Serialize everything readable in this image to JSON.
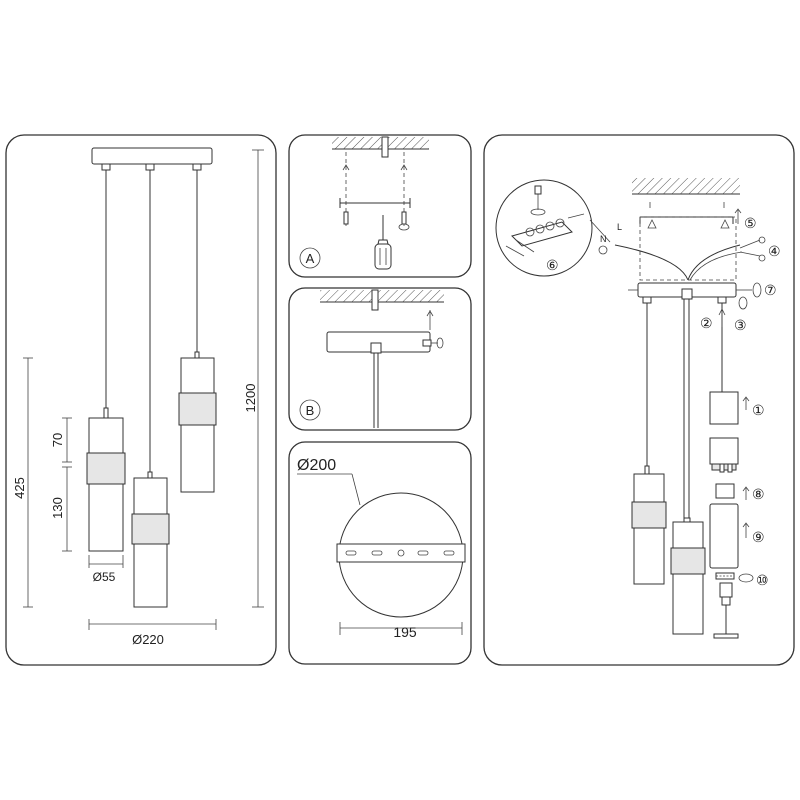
{
  "diagram": {
    "dimensions": {
      "height_total": "1200",
      "height_lamp": "425",
      "shade_top": "70",
      "shade_bottom": "130",
      "shade_diameter": "Ø55",
      "canopy_length": "Ø220",
      "canopy_diameter": "Ø200",
      "mount_plate": "195"
    },
    "panel_labels": {
      "a": "A",
      "b": "B"
    },
    "wire_labels": {
      "n": "N",
      "l": "L"
    },
    "steps": [
      "①",
      "②",
      "③",
      "④",
      "⑤",
      "⑥",
      "⑦",
      "⑧",
      "⑨",
      "⑩"
    ]
  }
}
